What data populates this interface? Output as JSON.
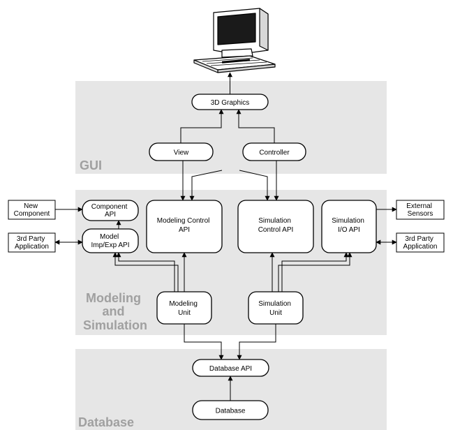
{
  "layers": {
    "gui": {
      "label": "GUI"
    },
    "modeling_simulation": {
      "label_lines": [
        "Modeling",
        "and",
        "Simulation"
      ]
    },
    "database": {
      "label": "Database"
    }
  },
  "nodes": {
    "graphics_3d": {
      "lines": [
        "3D Graphics"
      ]
    },
    "view": {
      "lines": [
        "View"
      ]
    },
    "controller": {
      "lines": [
        "Controller"
      ]
    },
    "component_api": {
      "lines": [
        "Component",
        "API"
      ]
    },
    "model_imp_exp_api": {
      "lines": [
        "Model",
        "Imp/Exp API"
      ]
    },
    "modeling_control_api": {
      "lines": [
        "Modeling Control",
        "API"
      ]
    },
    "simulation_control_api": {
      "lines": [
        "Simulation",
        "Control API"
      ]
    },
    "simulation_io_api": {
      "lines": [
        "Simulation",
        "I/O API"
      ]
    },
    "modeling_unit": {
      "lines": [
        "Modeling",
        "Unit"
      ]
    },
    "simulation_unit": {
      "lines": [
        "Simulation",
        "Unit"
      ]
    },
    "database_api": {
      "lines": [
        "Database API"
      ]
    },
    "database": {
      "lines": [
        "Database"
      ]
    }
  },
  "external": {
    "new_component": {
      "lines": [
        "New",
        "Component"
      ]
    },
    "third_party_left": {
      "lines": [
        "3rd Party",
        "Application"
      ]
    },
    "external_sensors": {
      "lines": [
        "External",
        "Sensors"
      ]
    },
    "third_party_right": {
      "lines": [
        "3rd Party",
        "Application"
      ]
    }
  },
  "colors": {
    "layer_band": "#e6e6e6",
    "layer_label": "#a0a0a0",
    "box_stroke": "#000000",
    "box_fill": "#ffffff"
  },
  "icons": {
    "computer": "computer-terminal-icon"
  }
}
